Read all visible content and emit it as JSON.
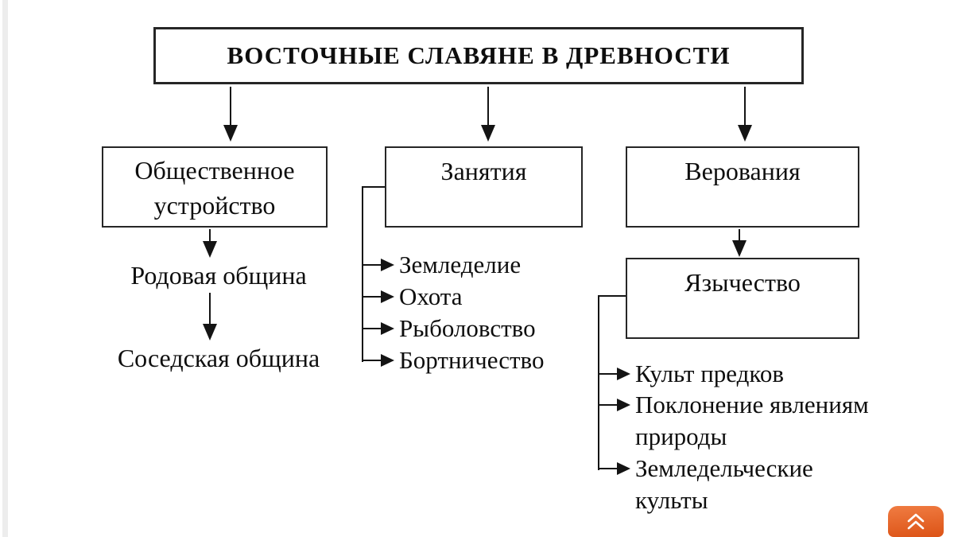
{
  "diagram": {
    "title": "ВОСТОЧНЫЕ СЛАВЯНЕ В ДРЕВНОСТИ",
    "branches": [
      {
        "title": "Общественное устройство",
        "chain": [
          "Родовая община",
          "Соседская община"
        ]
      },
      {
        "title": "Занятия",
        "items": [
          "Земледелие",
          "Охота",
          "Рыболовство",
          "Бортничество"
        ]
      },
      {
        "title": "Верования",
        "sub_box": "Язычество",
        "items": [
          "Культ предков",
          "Поклонение явлениям природы",
          "Земледельческие культы"
        ]
      }
    ]
  },
  "scroll_to_top": {
    "icon": "double-chevron-up",
    "color_top": "#f07c42",
    "color_bottom": "#dc5316",
    "icon_color": "#ffffff"
  }
}
